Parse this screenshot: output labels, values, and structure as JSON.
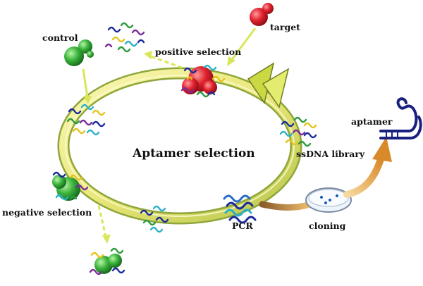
{
  "diagram": {
    "title": "Aptamer selection",
    "labels": {
      "target": "target",
      "control": "control",
      "positive_selection": "positive selection",
      "negative_selection": "negative selection",
      "ssdna_library": "ssDNA library",
      "pcr": "PCR",
      "cloning": "cloning",
      "aptamer": "aptamer"
    }
  },
  "colors": {
    "ring_yellow": "#f4ee8a",
    "ring_green": "#8fa63a",
    "target_red": "#e0232f",
    "control_green": "#3cb43c",
    "arrow_yellow": "#d9e65a",
    "cloning_arrow": "#c58a3a",
    "aptamer_blue": "#1a2080"
  }
}
